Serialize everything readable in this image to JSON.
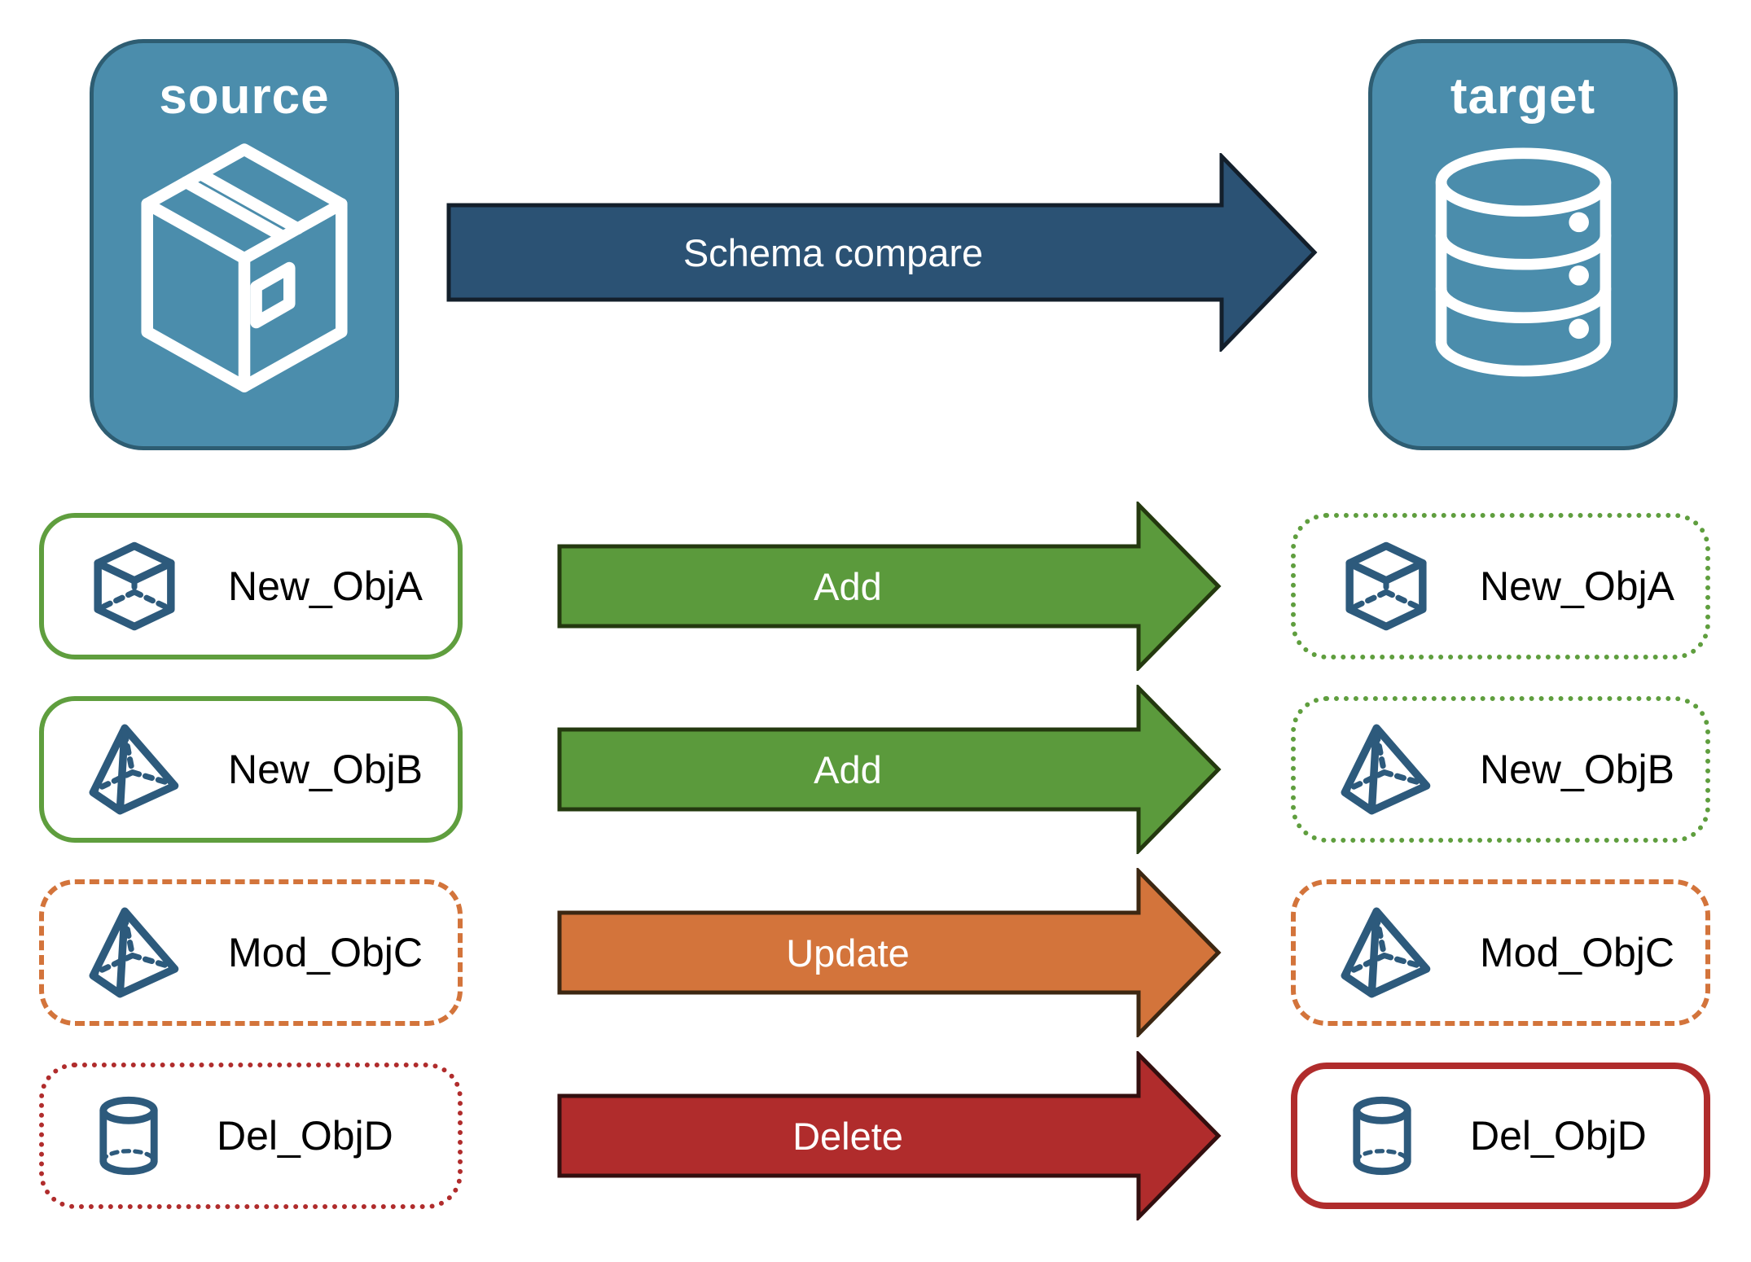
{
  "palette": {
    "node_fill": "#4b8dac",
    "node_border": "#2e5d72",
    "schema_arrow_fill": "#2b5274",
    "green": "#5f9e3e",
    "green_arrow_fill": "#5b9a3c",
    "orange": "#d3743b",
    "red": "#b02c2c",
    "icon_blue": "#2d5a7c",
    "arrow_text": "#ffffff",
    "object_text": "#000000"
  },
  "nodes": {
    "source": {
      "label": "source",
      "icon": "package-icon"
    },
    "target": {
      "label": "target",
      "icon": "database-icon"
    }
  },
  "schema_arrow": {
    "label": "Schema compare"
  },
  "rows": [
    {
      "label": "New_ObjA",
      "icon": "cube-icon",
      "action": "Add",
      "source_border": "solid-green",
      "target_border": "dotted-green"
    },
    {
      "label": "New_ObjB",
      "icon": "pyramid-icon",
      "action": "Add",
      "source_border": "solid-green",
      "target_border": "dotted-green"
    },
    {
      "label": "Mod_ObjC",
      "icon": "pyramid-icon",
      "action": "Update",
      "source_border": "dashed-orange",
      "target_border": "dashed-orange"
    },
    {
      "label": "Del_ObjD",
      "icon": "cylinder-icon",
      "action": "Delete",
      "source_border": "dotted-red",
      "target_border": "solid-red"
    }
  ]
}
